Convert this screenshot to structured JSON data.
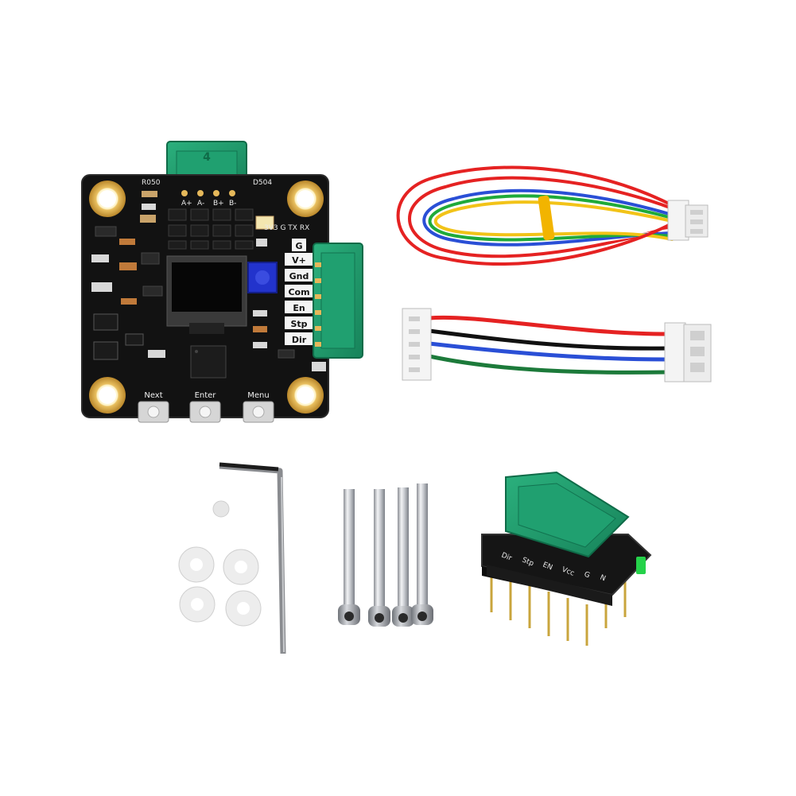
{
  "board": {
    "pin_labels": [
      "V+",
      "Gnd",
      "Com",
      "En",
      "Stp",
      "Dir"
    ],
    "g_label": "G",
    "top_silk": "3V3 G TX RX",
    "motor_pins": [
      "A+",
      "A-",
      "B+",
      "B-"
    ],
    "connector_digit": "4",
    "buttons": [
      "Next",
      "Enter",
      "Menu"
    ],
    "chip_label_left": "R050",
    "chip_label_right": "D504",
    "accent_green": "#1e9c6e",
    "board_color": "#111111",
    "oled_color": "#0a0a0a",
    "pot_color": "#2233cc"
  },
  "adapter": {
    "labels": [
      "Dir",
      "Stp",
      "EN",
      "Vcc",
      "G",
      "N"
    ]
  },
  "cables": {
    "long_wire_colors": [
      "#e52222",
      "#ffffff",
      "#2a4fd6",
      "#1faa3a",
      "#f2c318",
      "#e52222"
    ],
    "short_wire_colors": [
      "#e52222",
      "#111111",
      "#2a4fd6",
      "#1c7a3a"
    ],
    "tie_color": "#f2b400"
  },
  "hardware": {
    "screw_count": 4,
    "washer_count": 4
  }
}
